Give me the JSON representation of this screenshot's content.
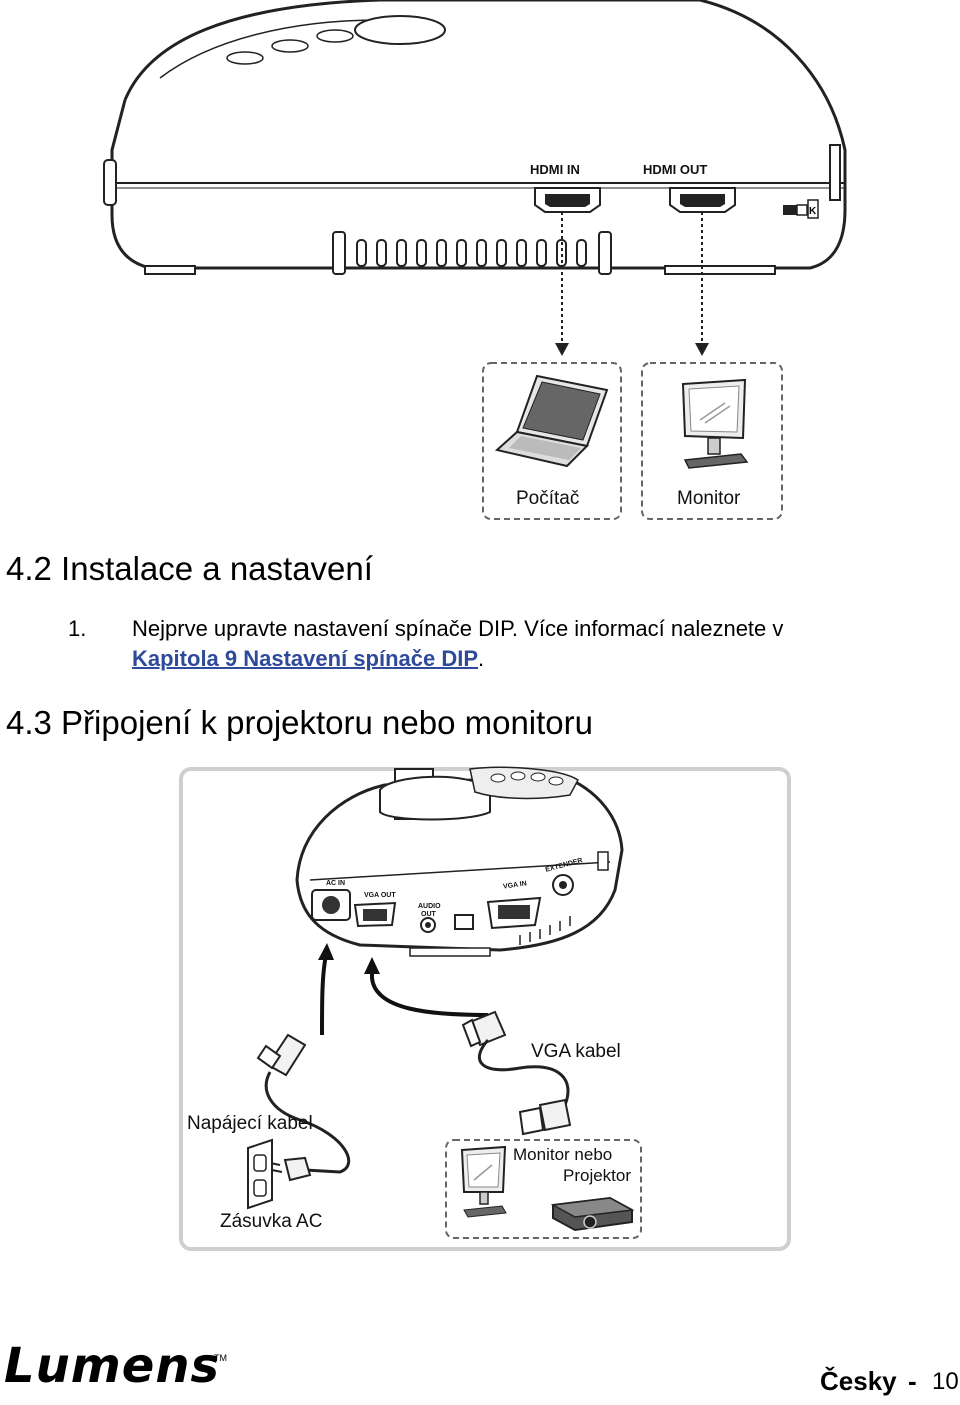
{
  "top_figure": {
    "port_labels": {
      "hdmi_in": "HDMI IN",
      "hdmi_out": "HDMI OUT"
    },
    "devices": {
      "computer": "Počítač",
      "monitor": "Monitor"
    }
  },
  "section_4_2": {
    "heading": "4.2 Instalace a nastavení",
    "step_number": "1.",
    "step_text_line1": "Nejprve upravte nastavení spínače DIP. Více informací naleznete v",
    "step_link": "Kapitola 9 Nastavení spínače DIP",
    "step_tail": "."
  },
  "section_4_3": {
    "heading": "4.3 Připojení k projektoru nebo monitoru"
  },
  "bottom_figure": {
    "port_labels": {
      "ac_in": "AC IN",
      "vga_out": "VGA OUT",
      "audio_out_line1": "AUDIO",
      "audio_out_line2": "OUT",
      "vga_in": "VGA IN",
      "extender": "EXTENDER"
    },
    "labels": {
      "vga_cable": "VGA kabel",
      "power_cable": "Napájecí kabel",
      "monitor_projector_line1": "Monitor nebo",
      "monitor_projector_line2": "Projektor",
      "ac_outlet": "Zásuvka AC"
    }
  },
  "footer": {
    "logo": "Lumens",
    "trademark": "TM",
    "language": "Česky",
    "separator": "-",
    "page_number": "10"
  }
}
